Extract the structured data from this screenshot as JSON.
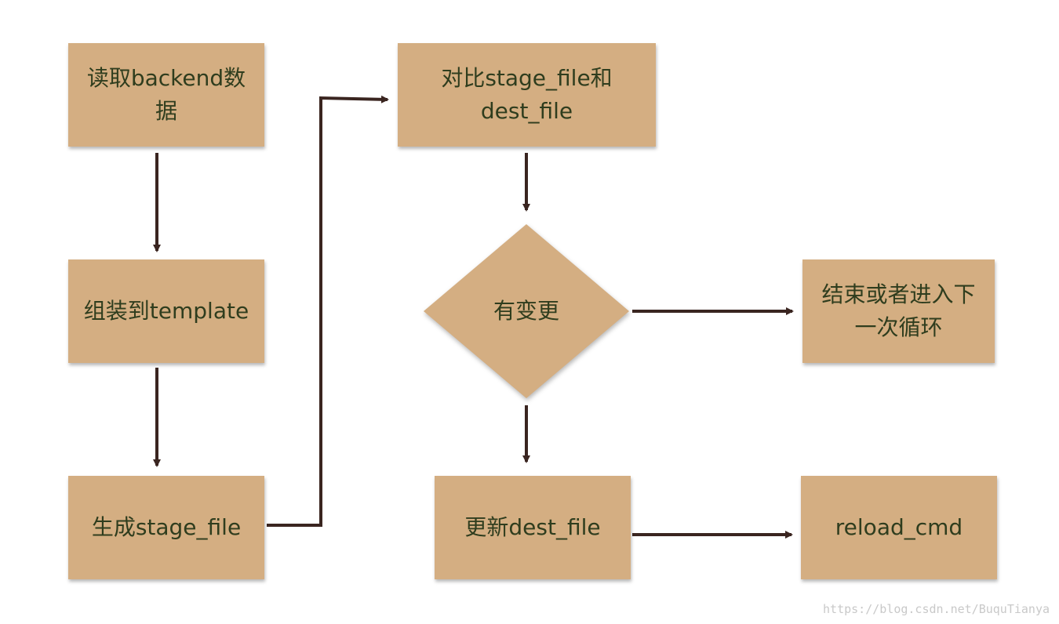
{
  "diagram": {
    "nodes": {
      "read_backend": "读取backend数据",
      "assemble_template": "组装到template",
      "generate_stage": "生成stage_file",
      "compare_line1": "对比stage_file和",
      "compare_line2": "dest_file",
      "decision": "有变更",
      "end_line1": "结束或者进入下",
      "end_line2": "一次循环",
      "update_dest": "更新dest_file",
      "reload_cmd": "reload_cmd"
    },
    "colors": {
      "box_fill": "#d4ae82",
      "text": "#2f3d1e",
      "arrow": "#3a2520"
    }
  },
  "watermark": "https://blog.csdn.net/BuquTianya"
}
